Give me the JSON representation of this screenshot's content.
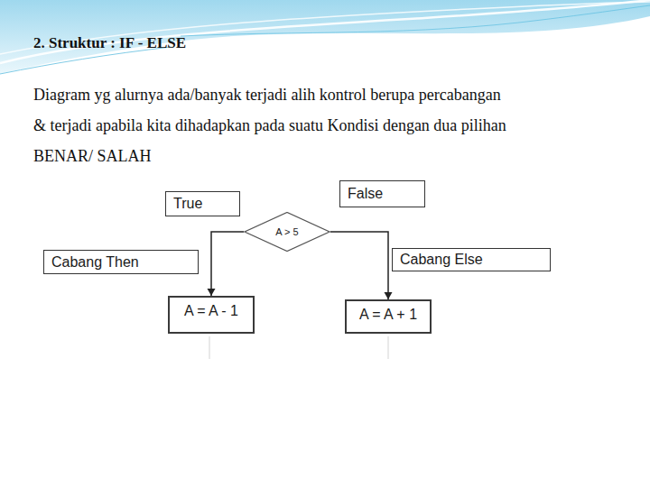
{
  "diagram": {
    "title": "2. Struktur : IF - ELSE",
    "nodes": [
      {
        "text": [
          "True"
        ]
      },
      {
        "text": [
          "False"
        ]
      },
      {
        "text": [
          "A > 5"
        ]
      },
      {
        "text": [
          "Cabang Then"
        ]
      },
      {
        "text": [
          "Cabang Else"
        ]
      },
      {
        "text": [
          "A = A - 1"
        ]
      },
      {
        "text": [
          "A = A + 1"
        ]
      }
    ],
    "edges": [
      {
        "from": 2,
        "to": 5,
        "arrow": "to"
      },
      {
        "from": 2,
        "to": 6,
        "arrow": "to"
      }
    ],
    "labels": [
      "Diagram yg alurnya ada/banyak terjadi alih kontrol berupa percabangan & terjadi apabila kita dihadapkan pada suatu Kondisi dengan dua pilihan BENAR/ SALAH"
    ]
  }
}
